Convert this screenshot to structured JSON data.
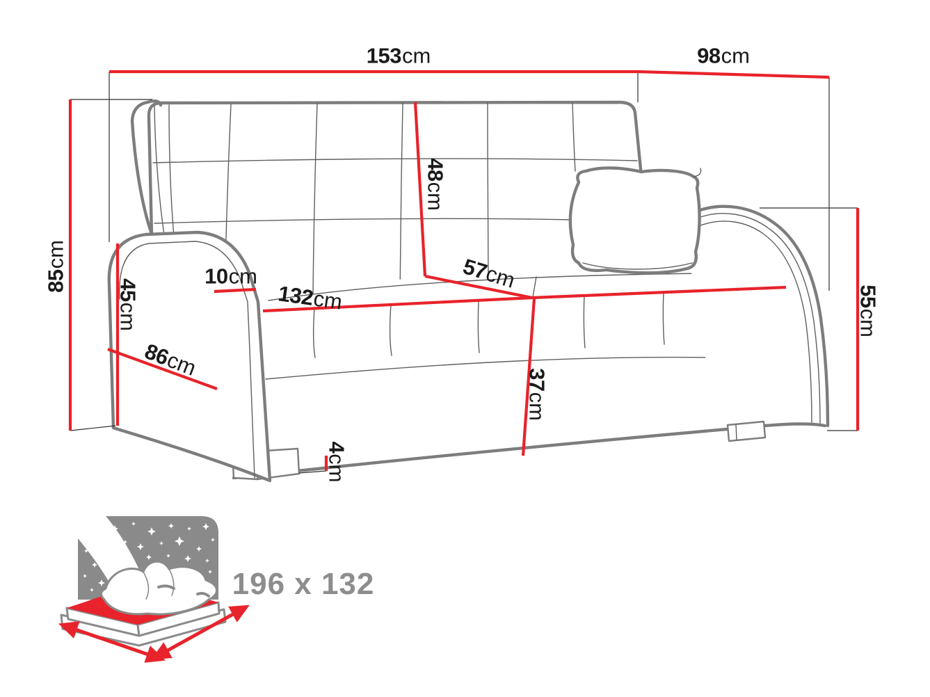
{
  "title": "Sofa bed dimensions diagram",
  "labels": {
    "w153": {
      "value": "153",
      "unit": "cm"
    },
    "d98": {
      "value": "98",
      "unit": "cm"
    },
    "h85": {
      "value": "85",
      "unit": "cm"
    },
    "h45": {
      "value": "45",
      "unit": "cm"
    },
    "w10": {
      "value": "10",
      "unit": "cm"
    },
    "w132": {
      "value": "132",
      "unit": "cm"
    },
    "d86": {
      "value": "86",
      "unit": "cm"
    },
    "d57": {
      "value": "57",
      "unit": "cm"
    },
    "h48": {
      "value": "48",
      "unit": "cm"
    },
    "h37": {
      "value": "37",
      "unit": "cm"
    },
    "h4": {
      "value": "4",
      "unit": "cm"
    },
    "h55": {
      "value": "55",
      "unit": "cm"
    }
  },
  "bed_icon": {
    "size_label": "196 x 132"
  },
  "colors": {
    "dimension_red": "#e8232b",
    "sofa_outline": "#7d7d7d",
    "sketch_line": "#5f5f5f",
    "label_text": "#1a1a1a",
    "icon_gray": "#8a8a8a",
    "bed_label_gray": "#8d8d8d",
    "background": "#ffffff"
  }
}
